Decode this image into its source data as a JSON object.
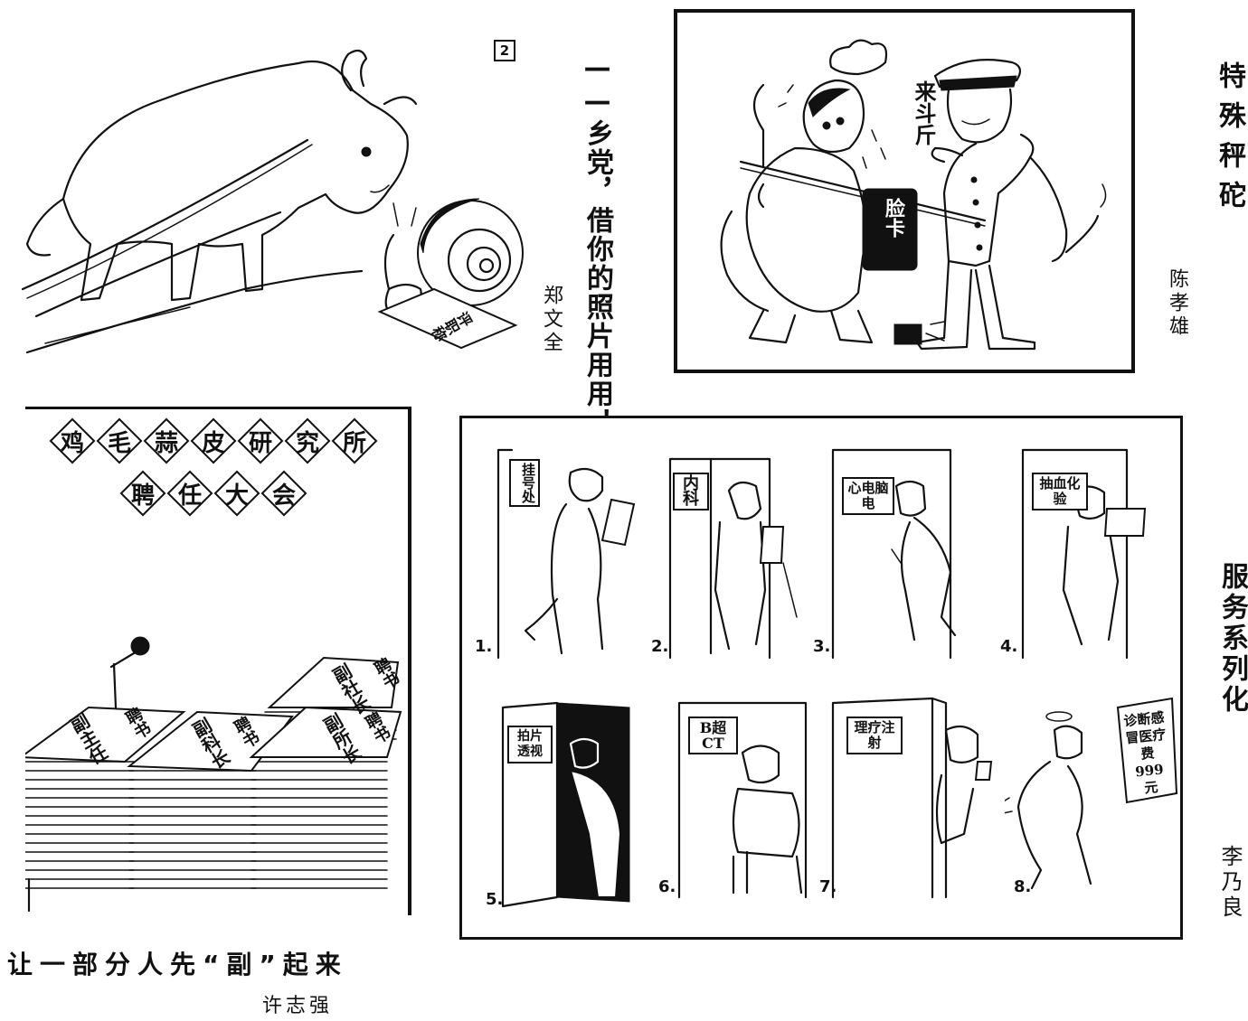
{
  "cartoon_ox": {
    "badge": "2",
    "title": "——乡党，借你的照片用用！",
    "author": "郑文全",
    "paper_label": "评职称"
  },
  "cartoon_scale": {
    "title": "特殊秤砣",
    "author": "陈孝雄",
    "sign_text": "来斗斤",
    "weight_label": "脸卡"
  },
  "cartoon_meeting": {
    "banner_line1": [
      "鸡",
      "毛",
      "蒜",
      "皮",
      "研",
      "究",
      "所"
    ],
    "banner_line2": [
      "聘",
      "任",
      "大",
      "会"
    ],
    "stacks": [
      {
        "top": "聘书",
        "role": "副主任"
      },
      {
        "top": "聘书",
        "role": "副科长"
      },
      {
        "top": "聘书",
        "role": "副所长"
      },
      {
        "top": "聘书",
        "role": "副社长"
      }
    ],
    "caption": "让一部分人先“副”起来",
    "author": "许志强"
  },
  "cartoon_service": {
    "title": "服务系列化",
    "author": "李乃良",
    "panels": [
      {
        "num": "1.",
        "sign": "挂号处"
      },
      {
        "num": "2.",
        "sign": "内科"
      },
      {
        "num": "3.",
        "sign": "心电脑电"
      },
      {
        "num": "4.",
        "sign": "抽血化验"
      },
      {
        "num": "5.",
        "sign": "拍片透视"
      },
      {
        "num": "6.",
        "sign": "B超CT"
      },
      {
        "num": "7.",
        "sign": "理疗注射"
      },
      {
        "num": "8.",
        "sign": "诊断感冒医疗费999元"
      }
    ]
  }
}
